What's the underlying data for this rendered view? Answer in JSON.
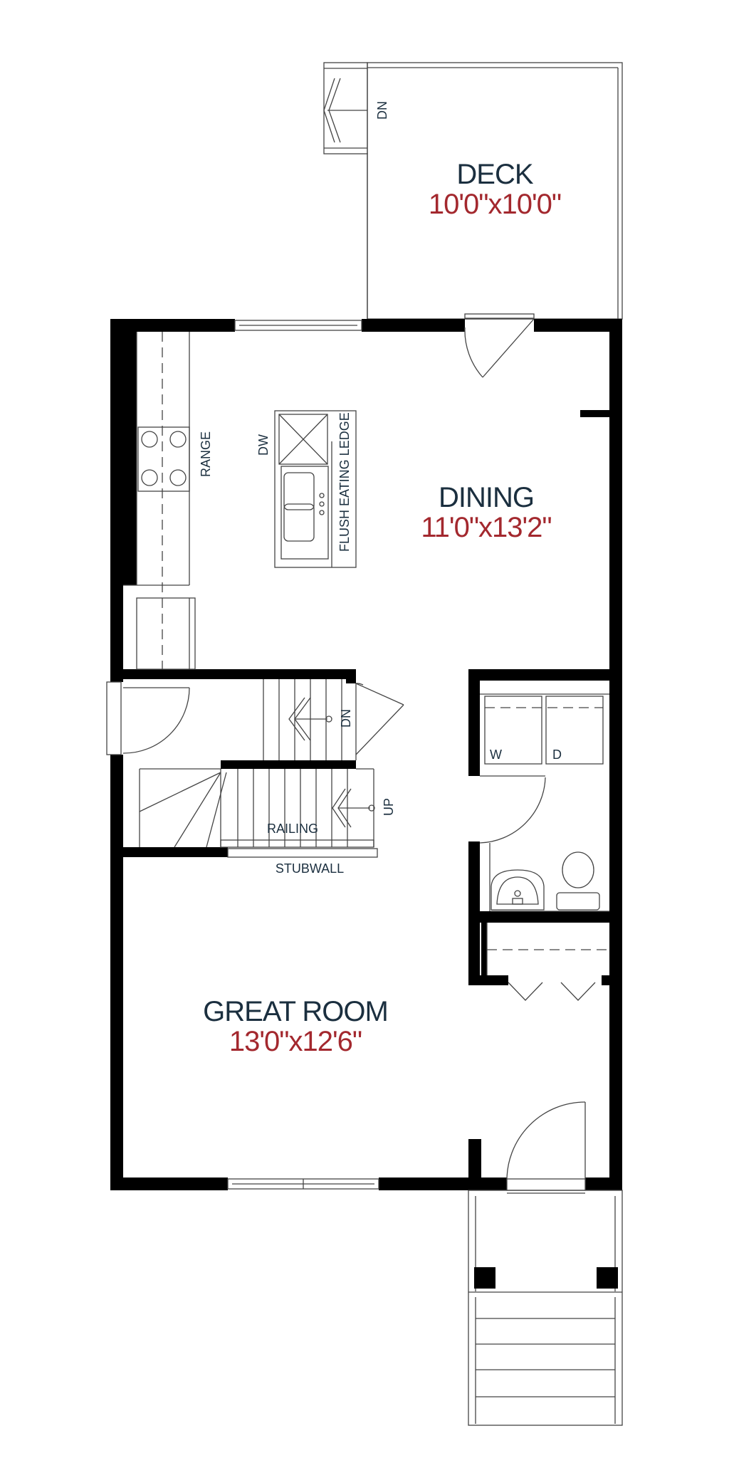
{
  "rooms": {
    "deck": {
      "name": "DECK",
      "dims": "10'0\"x10'0\""
    },
    "dining": {
      "name": "DINING",
      "dims": "11'0\"x13'2\""
    },
    "great_room": {
      "name": "GREAT ROOM",
      "dims": "13'0\"x12'6\""
    }
  },
  "labels": {
    "deck_dn": "DN",
    "range": "RANGE",
    "dw": "DW",
    "flush_ledge": "FLUSH EATING LEDGE",
    "stair_dn": "DN",
    "stair_up": "UP",
    "railing": "RAILING",
    "stubwall": "STUBWALL",
    "washer": "W",
    "dryer": "D"
  },
  "colors": {
    "room_name": "#1b2f3f",
    "room_dims": "#a3282e",
    "wall": "#000000"
  }
}
